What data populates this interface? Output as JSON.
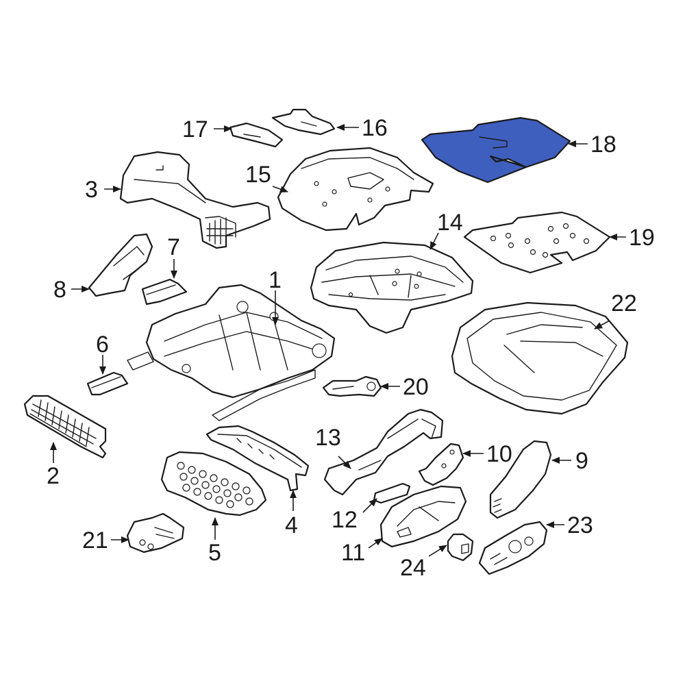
{
  "diagram": {
    "highlight_color": "#3f5fbf",
    "callouts": [
      {
        "id": "c1",
        "label": "1"
      },
      {
        "id": "c2",
        "label": "2"
      },
      {
        "id": "c3",
        "label": "3"
      },
      {
        "id": "c4",
        "label": "4"
      },
      {
        "id": "c5",
        "label": "5"
      },
      {
        "id": "c6",
        "label": "6"
      },
      {
        "id": "c7",
        "label": "7"
      },
      {
        "id": "c8",
        "label": "8"
      },
      {
        "id": "c9",
        "label": "9"
      },
      {
        "id": "c10",
        "label": "10"
      },
      {
        "id": "c11",
        "label": "11"
      },
      {
        "id": "c12",
        "label": "12"
      },
      {
        "id": "c13",
        "label": "13"
      },
      {
        "id": "c14",
        "label": "14"
      },
      {
        "id": "c15",
        "label": "15"
      },
      {
        "id": "c16",
        "label": "16"
      },
      {
        "id": "c17",
        "label": "17"
      },
      {
        "id": "c18",
        "label": "18"
      },
      {
        "id": "c19",
        "label": "19"
      },
      {
        "id": "c20",
        "label": "20"
      },
      {
        "id": "c21",
        "label": "21"
      },
      {
        "id": "c22",
        "label": "22"
      },
      {
        "id": "c23",
        "label": "23"
      },
      {
        "id": "c24",
        "label": "24"
      }
    ]
  }
}
